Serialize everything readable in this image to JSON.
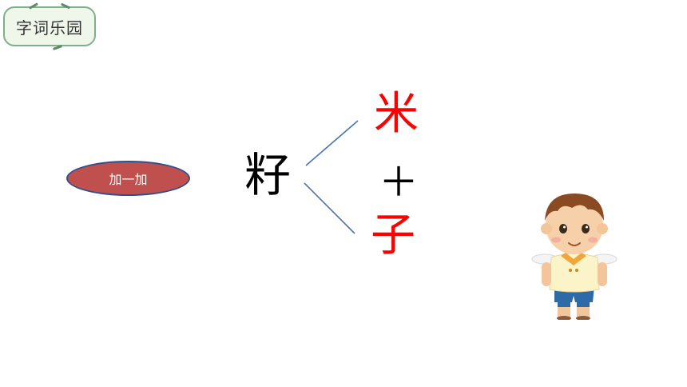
{
  "header": {
    "section_title": "字词乐园"
  },
  "action": {
    "label": "加一加"
  },
  "word": {
    "character": "籽",
    "component_top": "米",
    "operator": "＋",
    "component_bottom": "子"
  },
  "colors": {
    "component": "#ff0000",
    "line": "#4a74b4",
    "button_fill": "#c0504d",
    "button_border": "#2f4f8f",
    "badge_border": "#7fb08a"
  },
  "illustration": {
    "icon": "cartoon-boy-icon"
  }
}
